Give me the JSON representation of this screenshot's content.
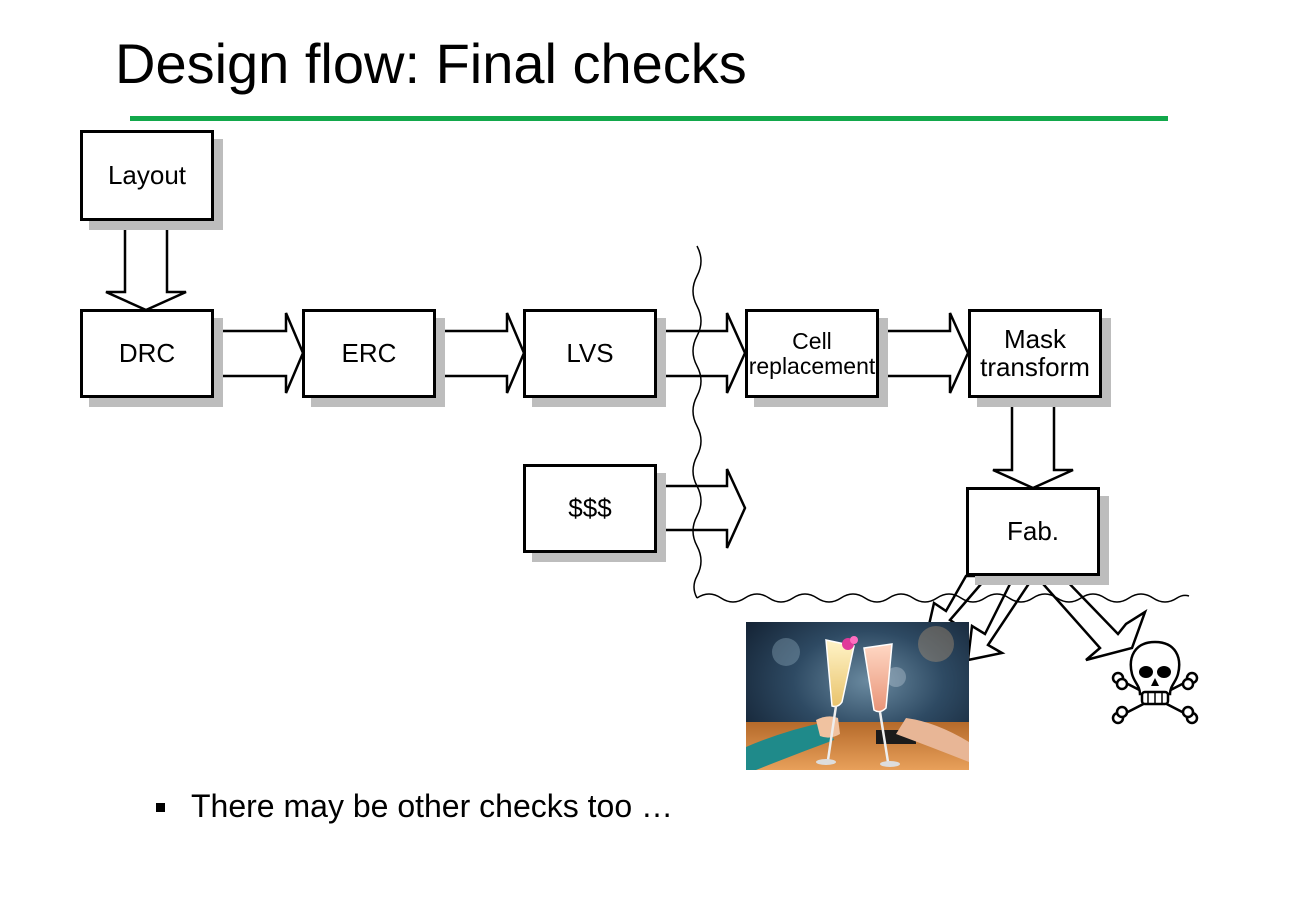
{
  "slide": {
    "title": "Design flow: Final checks",
    "bullet": "There may be other checks too …"
  },
  "diagram": {
    "boxes": {
      "layout": "Layout",
      "drc": "DRC",
      "erc": "ERC",
      "lvs": "LVS",
      "money": "$$$",
      "cell_replacement_line1": "Cell",
      "cell_replacement_line2": "replacement",
      "mask_transform_line1": "Mask",
      "mask_transform_line2": "transform",
      "fab": "Fab."
    },
    "outcomes": {
      "success_image": "champagne-toast-photo",
      "failure_icon": "skull-crossbones-icon"
    }
  },
  "colors": {
    "title_rule": "#12a84b",
    "box_shadow": "#bdbdbd",
    "stroke": "#000000"
  }
}
